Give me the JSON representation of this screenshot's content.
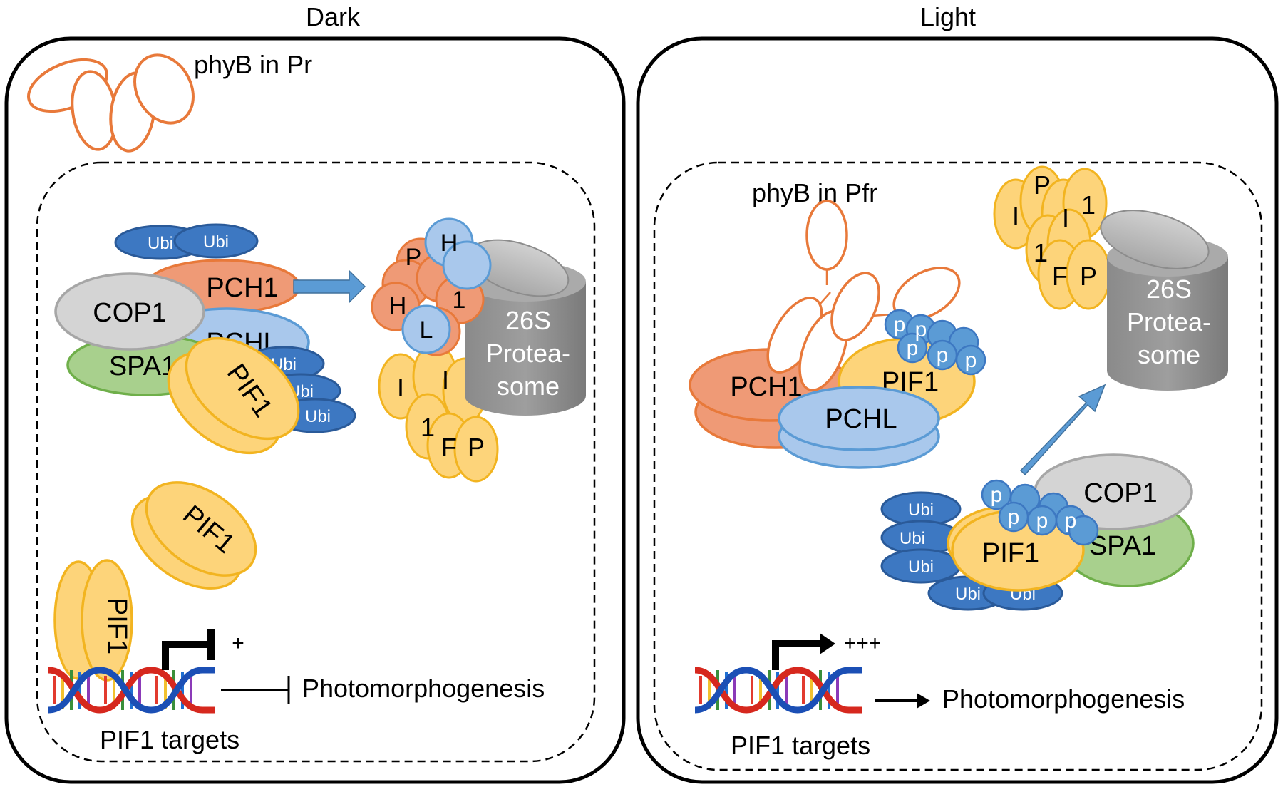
{
  "panels": {
    "dark": {
      "title": "Dark",
      "phyb_label": "phyB in Pr",
      "complex": {
        "pch1": "PCH1",
        "cop1": "COP1",
        "pchl": "PCHL",
        "spa1": "SPA1",
        "pif1": "PIF1",
        "ubi": "Ubi"
      },
      "proteasome": [
        "26S",
        "Protea-",
        "some"
      ],
      "degraded_letters": {
        "blue": [
          "H",
          "L"
        ],
        "orange": [
          "P",
          "H",
          "1"
        ],
        "yellow": [
          "I",
          "I",
          "1",
          "F",
          "P"
        ]
      },
      "free_pif1": "PIF1",
      "expression": "+",
      "outcome": "Photomorphogenesis",
      "targets": "PIF1 targets"
    },
    "light": {
      "title": "Light",
      "phyb_label": "phyB in Pfr",
      "complex": {
        "pch1": "PCH1",
        "pchl": "PCHL",
        "pif1": "PIF1",
        "phos": "p"
      },
      "degraded_letters": [
        "P",
        "I",
        "1",
        "I",
        "1",
        "F",
        "P"
      ],
      "proteasome": [
        "26S",
        "Protea-",
        "some"
      ],
      "cop_complex": {
        "cop1": "COP1",
        "spa1": "SPA1",
        "pif1": "PIF1",
        "ubi": "Ubi"
      },
      "expression": "+++",
      "outcome": "Photomorphogenesis",
      "targets": "PIF1 targets"
    }
  },
  "colors": {
    "orange_stroke": "#E8793A",
    "pch1_fill": "#EF9A76",
    "blue_fill": "#A9C8EC",
    "blue_stroke": "#5B9BD5",
    "ubi_fill": "#3D78C2",
    "ubi_stroke": "#2A5A99",
    "yellow_fill": "#FDD47A",
    "yellow_stroke": "#F2B420",
    "grey_fill": "#D4D4D4",
    "green_fill": "#A8D08D",
    "proteasome": "#8C8C8C",
    "arrow_blue": "#5B9BD5"
  }
}
